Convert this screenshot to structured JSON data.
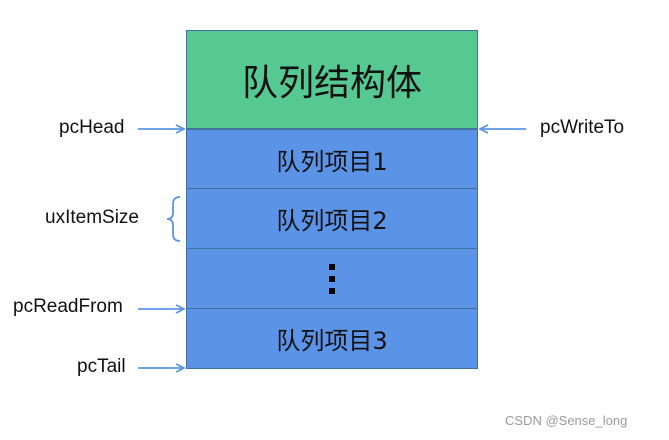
{
  "diagram": {
    "header": "队列结构体",
    "items": [
      "队列项目1",
      "队列项目2",
      "队列项目3"
    ],
    "ellipsis": "⋮"
  },
  "labels": {
    "pc_head": "pcHead",
    "pc_write_to": "pcWriteTo",
    "ux_item_size": "uxItemSize",
    "pc_read_from": "pcReadFrom",
    "pc_tail": "pcTail"
  },
  "watermark": "CSDN @Sense_long",
  "colors": {
    "header_fill": "#56c993",
    "item_fill": "#5b94e6",
    "border": "#41719c",
    "arrow": "#5b94e6"
  }
}
